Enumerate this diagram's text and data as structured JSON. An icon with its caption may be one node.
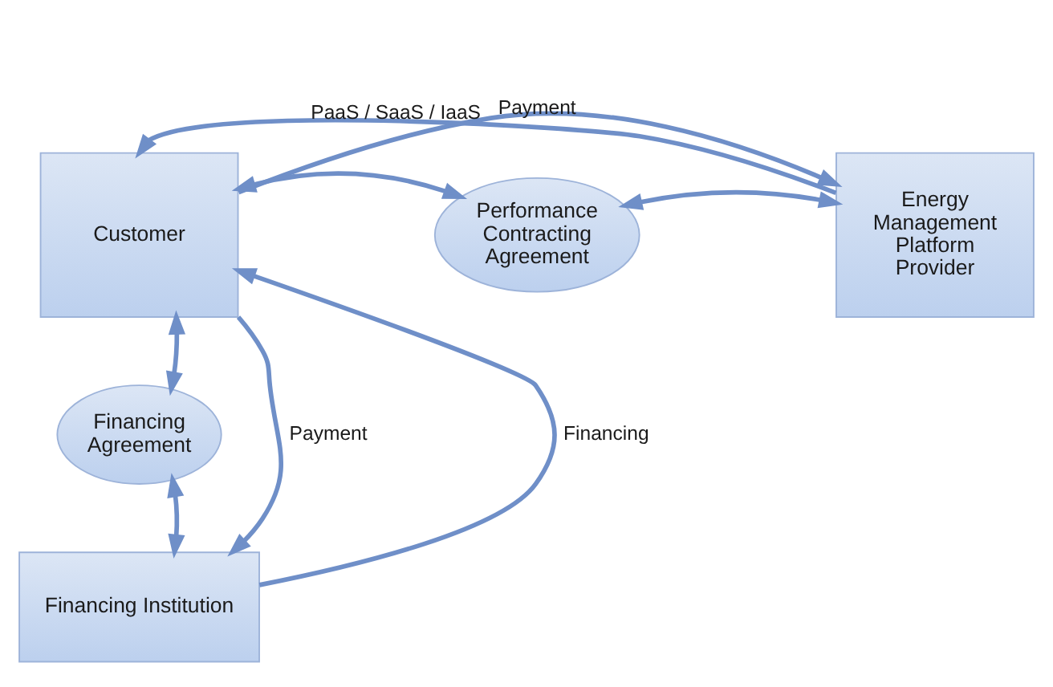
{
  "diagram": {
    "nodes": [
      {
        "text": [
          "Customer"
        ]
      },
      {
        "text": [
          "Performance Contracting Agreement"
        ]
      },
      {
        "text": [
          "Energy Management Platform Provider"
        ]
      },
      {
        "text": [
          "Financing Agreement"
        ]
      },
      {
        "text": [
          "Financing Institution"
        ]
      }
    ],
    "edges": [
      {
        "from": 0,
        "to": 2,
        "arrow": "to",
        "label": "Payment"
      },
      {
        "from": 1,
        "to": 0,
        "arrow": "both"
      },
      {
        "from": 1,
        "to": 2,
        "arrow": "both"
      },
      {
        "from": 2,
        "to": 0,
        "arrow": "to",
        "label": "PaaS / SaaS / IaaS"
      },
      {
        "from": 4,
        "to": 0,
        "arrow": "to",
        "label": "Financing"
      },
      {
        "from": 3,
        "to": 0,
        "arrow": "both"
      },
      {
        "from": 3,
        "to": 4,
        "arrow": "both"
      },
      {
        "from": 0,
        "to": 4,
        "arrow": "to",
        "label": "Payment"
      }
    ]
  }
}
